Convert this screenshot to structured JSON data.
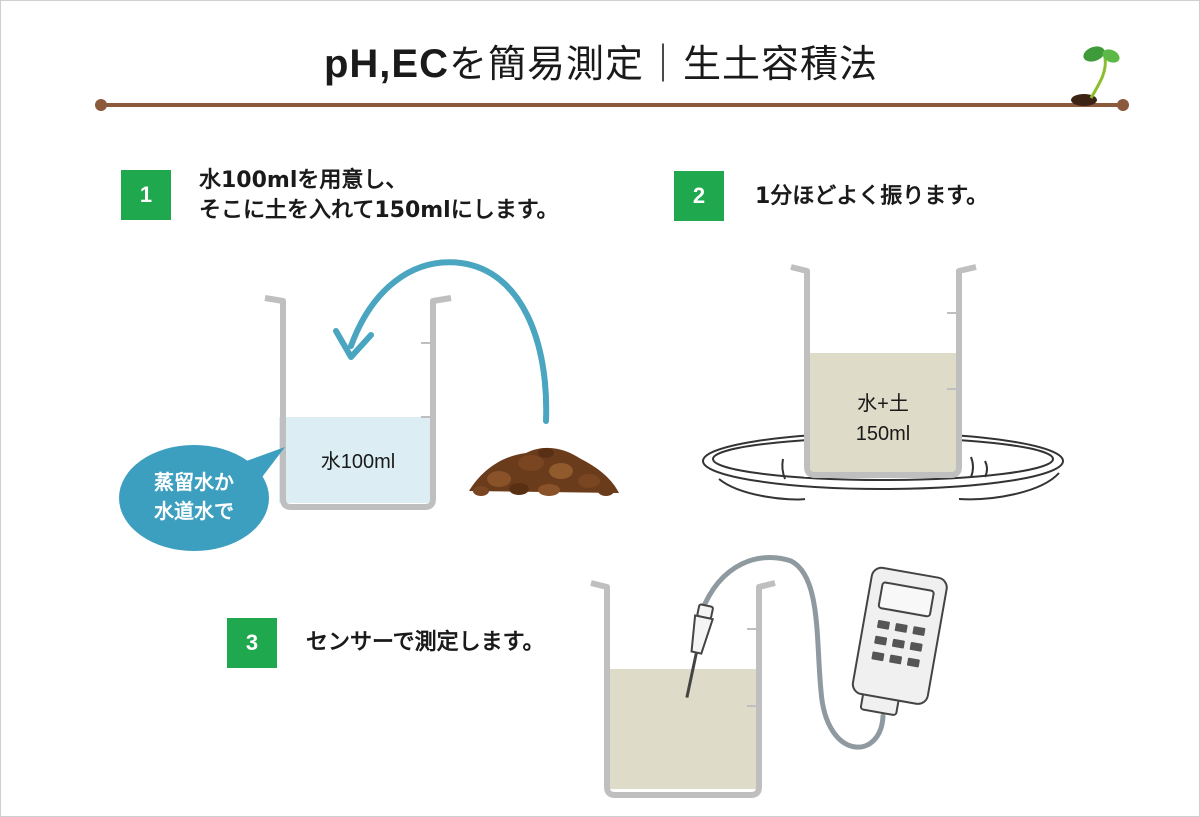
{
  "title": {
    "prefix": "pH,EC",
    "rest": "を簡易測定｜生土容積法"
  },
  "steps": [
    {
      "number": "1",
      "line1": "水100mlを用意し、",
      "line2": "そこに土を入れて150mlにします。"
    },
    {
      "number": "2",
      "text": "1分ほどよく振ります。"
    },
    {
      "number": "3",
      "text": "センサーで測定します。"
    }
  ],
  "beaker1": {
    "label": "水100ml"
  },
  "bubble": {
    "line1": "蒸留水か",
    "line2": "水道水で"
  },
  "beaker2": {
    "line1": "水+土",
    "line2": "150ml"
  },
  "colors": {
    "accent_green": "#1fa84d",
    "rule_brown": "#8b5a3c",
    "arrow_blue": "#4aa5c0",
    "bubble_blue": "#3d9fbf",
    "water": "#dceef3",
    "soil_water": "#dedbc8",
    "soil": "#6b3c1c"
  },
  "icons": [
    "sprout-icon",
    "curved-arrow-icon",
    "soil-pile-icon",
    "ph-meter-icon"
  ]
}
